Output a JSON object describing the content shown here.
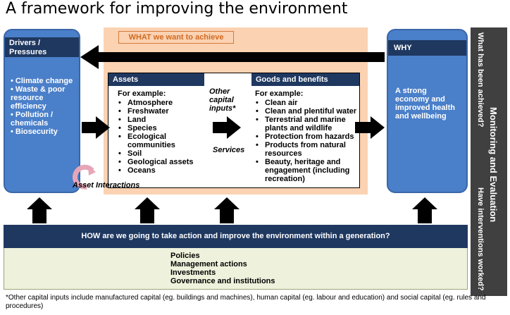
{
  "title": "A framework for improving the environment",
  "drivers": {
    "heading": "Drivers / Pressures",
    "items": [
      "Climate change",
      "Waste & poor resource efficiency",
      "Pollution / chemicals",
      "Biosecurity"
    ]
  },
  "what": {
    "label": "WHAT we want to achieve"
  },
  "assets": {
    "heading": "Assets",
    "intro": "For example:",
    "items": [
      "Atmosphere",
      "Freshwater",
      "Land",
      "Species",
      "Ecological communities",
      "Soil",
      "Geological assets",
      "Oceans"
    ]
  },
  "goods": {
    "heading": "Goods and benefits",
    "intro": "For example:",
    "items": [
      "Clean air",
      "Clean and plentiful water",
      "Terrestrial and marine plants and wildlife",
      "Protection from hazards",
      "Products from natural resources",
      "Beauty, heritage and engagement (including recreation)"
    ]
  },
  "other_inputs": "Other capital inputs*",
  "services": "Services",
  "asset_interactions": "Asset Interactions",
  "why": {
    "heading": "WHY",
    "text": "A strong economy and improved health and wellbeing"
  },
  "monitoring": {
    "top": "What has been achieved?",
    "middle": "Monitoring and Evaluation",
    "bottom": "Have interventions worked?"
  },
  "how": {
    "question": "HOW are we going to take action and improve the environment within a generation?",
    "items": [
      "Policies",
      "Management actions",
      "Investments",
      "Governance and institutions"
    ]
  },
  "footnote": "*Other capital inputs include manufactured capital (eg. buildings and machines), human capital (eg. labour and education) and social capital (eg. rules and procedures)",
  "colors": {
    "navy": "#1f3860",
    "blue_box": "#4a7fc9",
    "orange_area": "#fbd2b2",
    "orange_text": "#d06a22",
    "monitor_bar": "#404040",
    "how_body": "#eef2dc"
  }
}
